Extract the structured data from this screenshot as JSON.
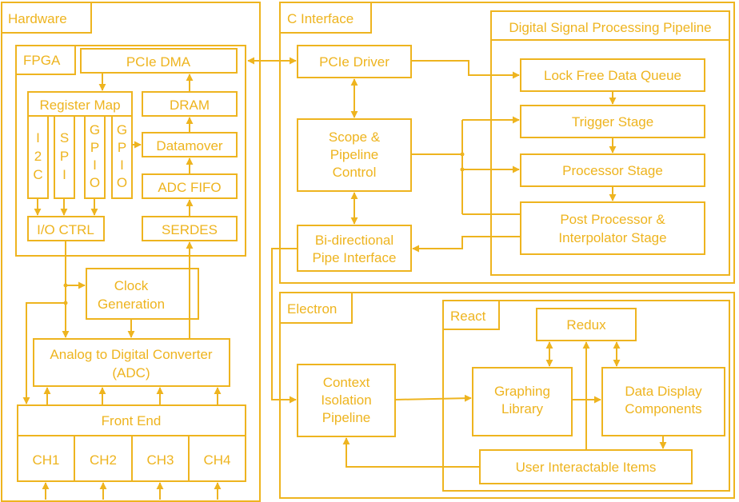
{
  "colors": {
    "accent": "#eeb41f",
    "background": "#ffffff"
  },
  "hardware": {
    "title": "Hardware",
    "fpga": {
      "title": "FPGA",
      "pcie_dma": "PCIe DMA",
      "register_map": "Register Map",
      "i2c": [
        "I",
        "2",
        "C"
      ],
      "spi": [
        "S",
        "P",
        "I"
      ],
      "gpio1": [
        "G",
        "P",
        "I",
        "O"
      ],
      "gpio2": [
        "G",
        "P",
        "I",
        "O"
      ],
      "io_ctrl": "I/O CTRL",
      "dram": "DRAM",
      "datamover": "Datamover",
      "adc_fifo": "ADC FIFO",
      "serdes": "SERDES"
    },
    "clock_generation": [
      "Clock",
      "Generation"
    ],
    "adc": [
      "Analog to Digital Converter",
      "(ADC)"
    ],
    "front_end": "Front End",
    "channels": [
      "CH1",
      "CH2",
      "CH3",
      "CH4"
    ]
  },
  "c_interface": {
    "title": "C Interface",
    "pcie_driver": "PCIe Driver",
    "scope_control": [
      "Scope &",
      "Pipeline",
      "Control"
    ],
    "pipe_interface": [
      "Bi-directional",
      "Pipe Interface"
    ]
  },
  "dsp": {
    "title": "Digital Signal Processing Pipeline",
    "queue": "Lock Free Data Queue",
    "trigger": "Trigger Stage",
    "processor": "Processor Stage",
    "post_processor": [
      "Post Processor &",
      "Interpolator Stage"
    ]
  },
  "electron": {
    "title": "Electron",
    "context_isolation": [
      "Context",
      "Isolation",
      "Pipeline"
    ],
    "react": {
      "title": "React",
      "redux": "Redux",
      "graphing": [
        "Graphing",
        "Library"
      ],
      "data_display": [
        "Data Display",
        "Components"
      ],
      "user_items": "User Interactable Items"
    }
  }
}
